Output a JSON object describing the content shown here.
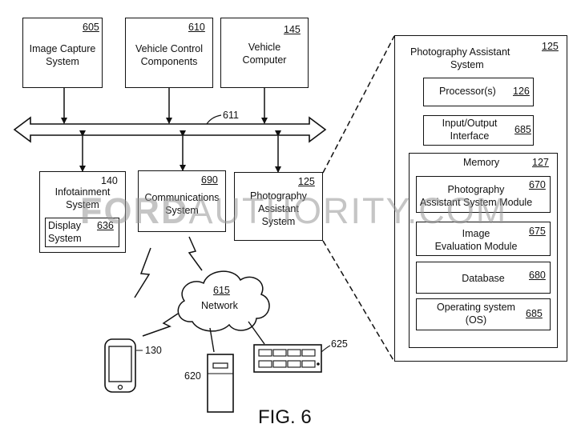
{
  "boxes": {
    "image_capture": {
      "label1": "Image Capture",
      "label2": "System",
      "ref": "605"
    },
    "vehicle_control": {
      "label1": "Vehicle Control",
      "label2": "Components",
      "ref": "610"
    },
    "vehicle_computer": {
      "label1": "Vehicle",
      "label2": "Computer",
      "ref": "145"
    },
    "infotainment": {
      "label1": "Infotainment",
      "label2": "System",
      "ref": "140"
    },
    "display": {
      "label1": "Display",
      "label2": "System",
      "ref": "636"
    },
    "communications": {
      "label1": "Communications",
      "label2": "System",
      "ref": "690"
    },
    "photo_assist_small": {
      "label1": "Photography",
      "label2": "Assistant",
      "label3": "System",
      "ref": "125"
    }
  },
  "bus_ref": "611",
  "expanded": {
    "title1": "Photography Assistant",
    "title2": "System",
    "ref": "125",
    "processor": {
      "label": "Processor(s)",
      "ref": "126"
    },
    "io": {
      "label1": "Input/Output",
      "label2": "Interface",
      "ref": "685"
    },
    "memory": {
      "label": "Memory",
      "ref": "127"
    },
    "modules": [
      {
        "label1": "Photography",
        "label2": "Assistant System Module",
        "ref": "670"
      },
      {
        "label1": "Image",
        "label2": "Evaluation Module",
        "ref": "675"
      },
      {
        "label1": "Database",
        "label2": "",
        "ref": "680"
      },
      {
        "label1": "Operating system",
        "label2": "(OS)",
        "ref": "685"
      }
    ]
  },
  "network": {
    "label": "Network",
    "ref": "615"
  },
  "devices": {
    "phone_ref": "130",
    "server_ref": "620",
    "rack_ref": "625"
  },
  "watermark": {
    "part1": "FORD",
    "part2": "AUTHORITY.COM"
  },
  "figure_label": "FIG. 6"
}
